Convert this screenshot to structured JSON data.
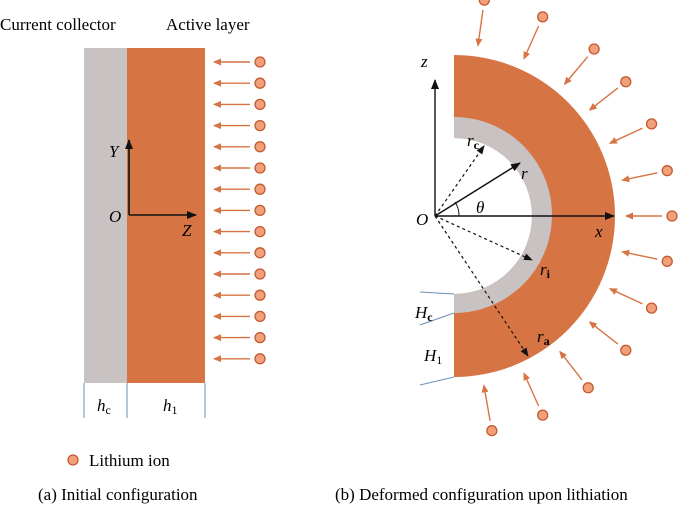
{
  "panel_a": {
    "header_left": "Current collector",
    "header_right": "Active layer",
    "axis_y": "Y",
    "axis_z": "Z",
    "origin": "O",
    "dim_hc_main": "h",
    "dim_hc_sub": "c",
    "dim_h1_main": "h",
    "dim_h1_sub": "1",
    "legend": "Lithium ion",
    "caption": "(a) Initial configuration"
  },
  "panel_b": {
    "axis_z": "z",
    "axis_x": "x",
    "origin": "O",
    "theta": "θ",
    "r": "r",
    "rc_main": "r",
    "rc_sub": "c",
    "ri_main": "r",
    "ri_sub": "i",
    "ra_main": "r",
    "ra_sub": "a",
    "Hc_main": "H",
    "Hc_sub": "c",
    "H1_main": "H",
    "H1_sub": "1",
    "caption": "(b) Deformed configuration upon lithiation"
  },
  "colors": {
    "active": "#d67444",
    "collector": "#c9c2c2",
    "ion_fill": "#f2a07b",
    "ion_stroke": "#c25a2e",
    "arrow": "#d67444",
    "dim_line": "#6a8fb8"
  }
}
